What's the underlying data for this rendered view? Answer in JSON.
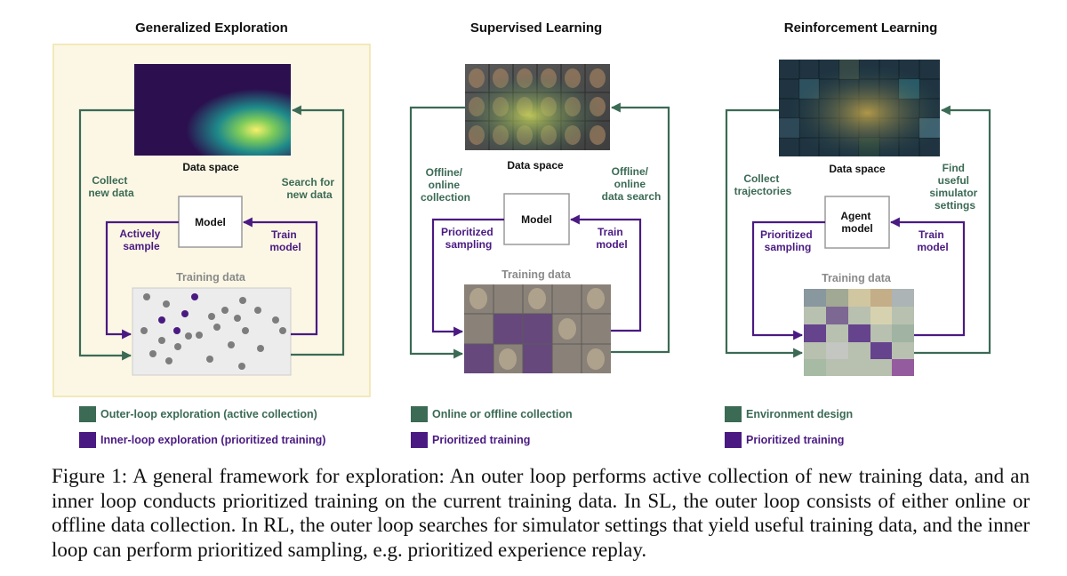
{
  "panels": [
    {
      "title": "Generalized Exploration",
      "data_space": "Data space",
      "model": [
        "Model"
      ],
      "training_data": "Training data",
      "outer_left": [
        "Collect",
        "new data"
      ],
      "outer_right": [
        "Search for",
        "new data"
      ],
      "inner_left": [
        "Actively",
        "sample"
      ],
      "inner_right": [
        "Train",
        "model"
      ],
      "legend_outer": "Outer-loop exploration (active collection)",
      "legend_inner": "Inner-loop exploration (prioritized training)"
    },
    {
      "title": "Supervised Learning",
      "data_space": "Data space",
      "model": [
        "Model"
      ],
      "training_data": "Training data",
      "outer_left": [
        "Offline/",
        "online",
        "collection"
      ],
      "outer_right": [
        "Offline/",
        "online",
        "data search"
      ],
      "inner_left": [
        "Prioritized",
        "sampling"
      ],
      "inner_right": [
        "Train",
        "model"
      ],
      "legend_outer": "Online or offline collection",
      "legend_inner": "Prioritized training"
    },
    {
      "title": "Reinforcement Learning",
      "data_space": "Data space",
      "model": [
        "Agent",
        "model"
      ],
      "training_data": "Training data",
      "outer_left": [
        "Collect",
        "trajectories"
      ],
      "outer_right": [
        "Find",
        "useful",
        "simulator",
        "settings"
      ],
      "inner_left": [
        "Prioritized",
        "sampling"
      ],
      "inner_right": [
        "Train",
        "model"
      ],
      "legend_outer": "Environment design",
      "legend_inner": "Prioritized training"
    }
  ],
  "colors": {
    "outer": "#3b6a55",
    "inner": "#4a1a82",
    "highlight_panel": "#fbf7e4",
    "highlight_border": "#efe3a8",
    "gray_text": "#8a8a8a"
  },
  "caption": {
    "label": "Figure 1:",
    "text": "A general framework for exploration: An outer loop performs active collection of new training data, and an inner loop conducts prioritized training on the current training data. In SL, the outer loop consists of either online or offline data collection. In RL, the outer loop searches for simulator settings that yield useful training data, and the inner loop can perform prioritized sampling, e.g. prioritized experience replay."
  }
}
